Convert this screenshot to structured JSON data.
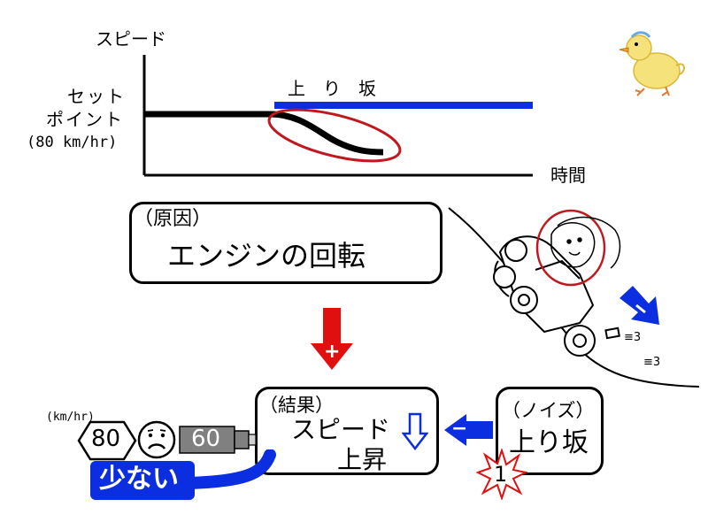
{
  "graph": {
    "ylabel": "スピード",
    "setpoint_line1": "セット",
    "setpoint_line2": "ポイント",
    "setpoint_value": "(80 km/hr)",
    "xlabel": "時間",
    "slope_label": "上　り　坂"
  },
  "cause_box": {
    "tag": "（原因）",
    "text": "エンジンの回転"
  },
  "result_box": {
    "tag": "（結果）",
    "line1": "スピード",
    "line2": "上昇"
  },
  "noise_box": {
    "tag": "（ノイズ）",
    "text": "上り坂"
  },
  "arrows": {
    "down_sign": "+",
    "left_sign": "−"
  },
  "gauge": {
    "unit": "(km/hr)",
    "setpoint": "80",
    "current": "60"
  },
  "status_label": "少ない",
  "noise_number": "1",
  "colors": {
    "blue": "#0a2ee0",
    "red": "#e01010",
    "dark_red": "#c0181e",
    "gray": "#808080"
  }
}
